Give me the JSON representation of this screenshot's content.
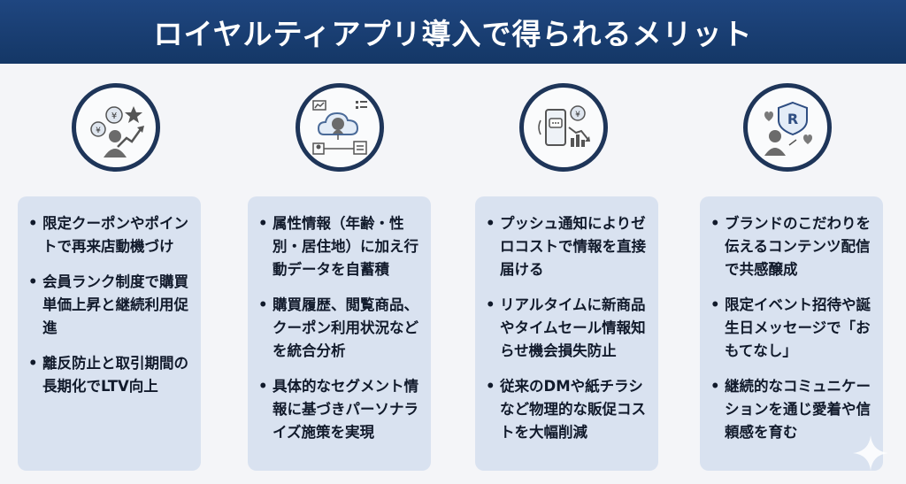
{
  "title": "ロイヤルティアプリ導入で得られるメリット",
  "columns": [
    {
      "icon": "yen-growth-person-icon",
      "bullets": [
        "限定クーポンやポイントで再来店動機づけ",
        "会員ランク制度で購買単価上昇と継続利用促進",
        "離反防止と取引期間の長期化でLTV向上"
      ]
    },
    {
      "icon": "cloud-data-profile-icon",
      "bullets": [
        "属性情報（年齢・性別・居住地）に加え行動データを自蓄積",
        "購買履歴、閲覧商品、クーポン利用状況などを統合分析",
        "具体的なセグメント情報に基づきパーソナライズ施策を実現"
      ]
    },
    {
      "icon": "smartphone-push-cost-down-icon",
      "bullets": [
        "プッシュ通知によりゼロコストで情報を直接届ける",
        "リアルタイムに新商品やタイムセール情報知らせ機会損失防止",
        "従来のDMや紙チラシなど物理的な販促コストを大幅削減"
      ]
    },
    {
      "icon": "brand-shield-hearts-icon",
      "bullets": [
        "ブランドのこだわりを伝えるコンテンツ配信で共感醸成",
        "限定イベント招待や誕生日メッセージで「おもてなし」",
        "継続的なコミュニケーションを通じ愛着や信頼感を育む"
      ]
    }
  ]
}
